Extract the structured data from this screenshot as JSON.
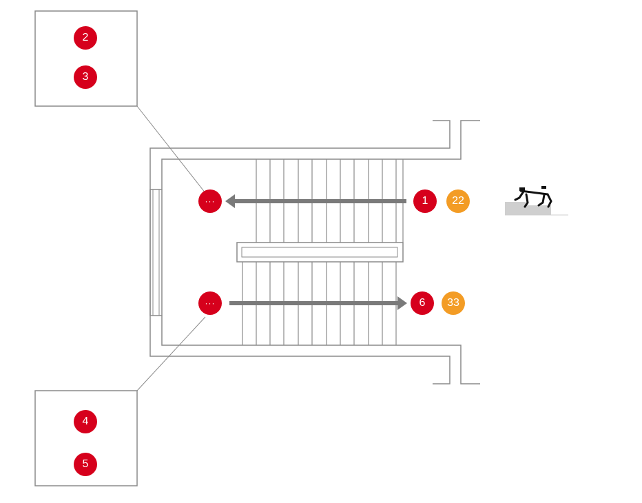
{
  "colors": {
    "primary_marker": "#d6001c",
    "secondary_marker": "#f39c25",
    "arrow": "#7a7a7a",
    "wall": "#8a8a8a"
  },
  "markers": [
    {
      "id": "2",
      "label": "2",
      "kind": "primary",
      "points": "left"
    },
    {
      "id": "3",
      "label": "3",
      "kind": "primary",
      "points": "down"
    },
    {
      "id": "4",
      "label": "4",
      "kind": "primary",
      "points": "down"
    },
    {
      "id": "5",
      "label": "5",
      "kind": "primary",
      "points": "right"
    },
    {
      "id": "1",
      "label": "1",
      "kind": "primary",
      "points": "left"
    },
    {
      "id": "22",
      "label": "22",
      "kind": "secondary",
      "points": "left"
    },
    {
      "id": "6",
      "label": "6",
      "kind": "primary",
      "points": "right"
    },
    {
      "id": "33",
      "label": "33",
      "kind": "secondary",
      "points": "right"
    },
    {
      "id": "group-top",
      "label": "···",
      "kind": "primary",
      "points": "left-down"
    },
    {
      "id": "group-bottom",
      "label": "···",
      "kind": "primary",
      "points": "right-down"
    }
  ],
  "icons": {
    "robot": "quadruped-robot-on-stairs-icon"
  }
}
